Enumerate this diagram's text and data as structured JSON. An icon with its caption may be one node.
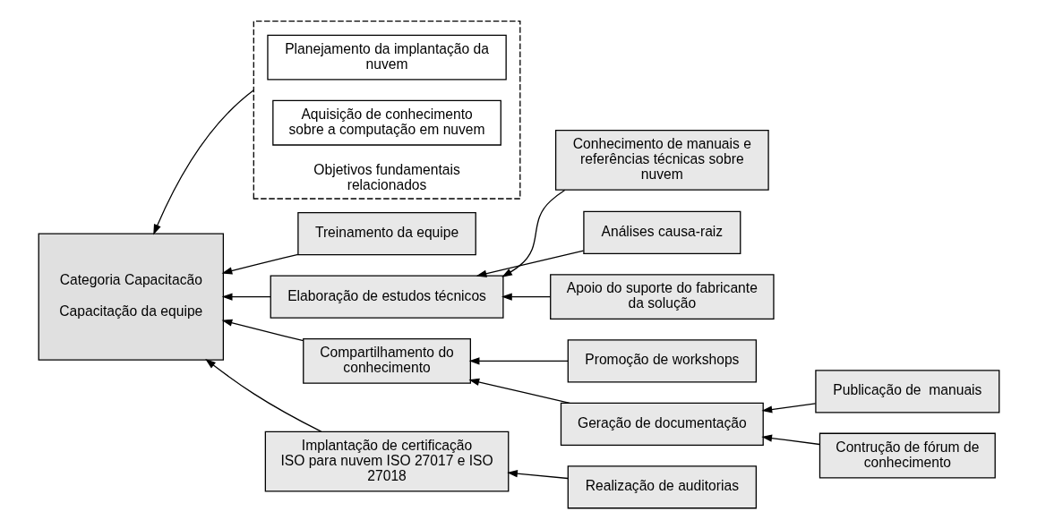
{
  "diagram": {
    "nodes": [
      {
        "text": [
          "Categoria Capacitacão",
          "Capacitação da equipe"
        ]
      },
      {
        "text": [
          "Objetivos fundamentais relacionados"
        ]
      },
      {
        "text": [
          "Planejamento da implantação da nuvem"
        ],
        "in": 1
      },
      {
        "text": [
          "Aquisição de conhecimento sobre a computação em nuvem"
        ],
        "in": 1
      },
      {
        "text": [
          "Treinamento da equipe"
        ]
      },
      {
        "text": [
          "Elaboração de estudos técnicos"
        ]
      },
      {
        "text": [
          "Conhecimento de manuais e referências técnicas sobre nuvem"
        ]
      },
      {
        "text": [
          "Análises causa-raiz"
        ]
      },
      {
        "text": [
          "Apoio do suporte do fabricante da solução"
        ]
      },
      {
        "text": [
          "Compartilhamento do conhecimento"
        ]
      },
      {
        "text": [
          "Promoção de workshops"
        ]
      },
      {
        "text": [
          "Geração de documentação"
        ]
      },
      {
        "text": [
          "Publicação de  manuais"
        ]
      },
      {
        "text": [
          "Contrução de fórum de conhecimento"
        ]
      },
      {
        "text": [
          "Implantação de certificação ISO para nuvem ISO 27017 e ISO 27018"
        ]
      },
      {
        "text": [
          "Realização de auditorias"
        ]
      }
    ],
    "edges": [
      {
        "from": 1,
        "to": 0,
        "arrow": "to"
      },
      {
        "from": 4,
        "to": 0,
        "arrow": "to"
      },
      {
        "from": 5,
        "to": 0,
        "arrow": "to"
      },
      {
        "from": 9,
        "to": 0,
        "arrow": "to"
      },
      {
        "from": 14,
        "to": 0,
        "arrow": "to"
      },
      {
        "from": 6,
        "to": 5,
        "arrow": "to"
      },
      {
        "from": 7,
        "to": 5,
        "arrow": "to"
      },
      {
        "from": 8,
        "to": 5,
        "arrow": "to"
      },
      {
        "from": 10,
        "to": 9,
        "arrow": "to"
      },
      {
        "from": 11,
        "to": 9,
        "arrow": "to"
      },
      {
        "from": 12,
        "to": 11,
        "arrow": "to"
      },
      {
        "from": 13,
        "to": 11,
        "arrow": "to"
      },
      {
        "from": 15,
        "to": 14,
        "arrow": "to"
      }
    ]
  }
}
